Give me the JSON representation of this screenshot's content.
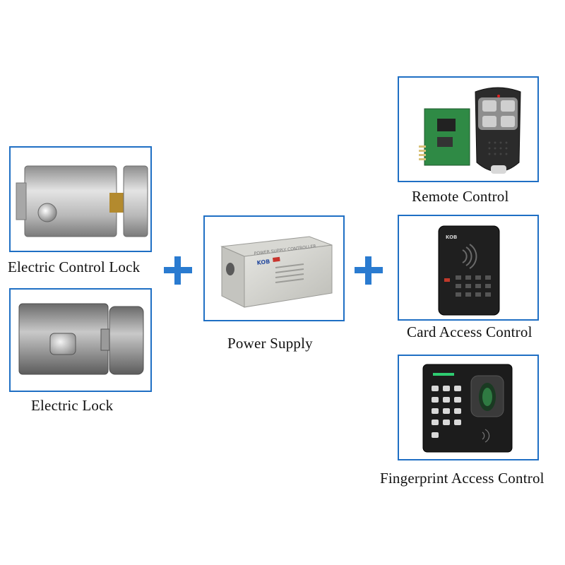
{
  "products": {
    "electric_control_lock": "Electric Control Lock",
    "electric_lock": "Electric Lock",
    "power_supply": "Power Supply",
    "remote_control": "Remote Control",
    "card_access_control": "Card Access Control",
    "fingerprint_access_control": "Fingerprint Access Control"
  },
  "device_marks": {
    "supply_brand": "KOB",
    "supply_label": "POWER SUPPLY CONTROLLER",
    "card_brand": "KOB"
  },
  "colors": {
    "frame": "#1f6fc4",
    "plus": "#2a7bd0"
  }
}
